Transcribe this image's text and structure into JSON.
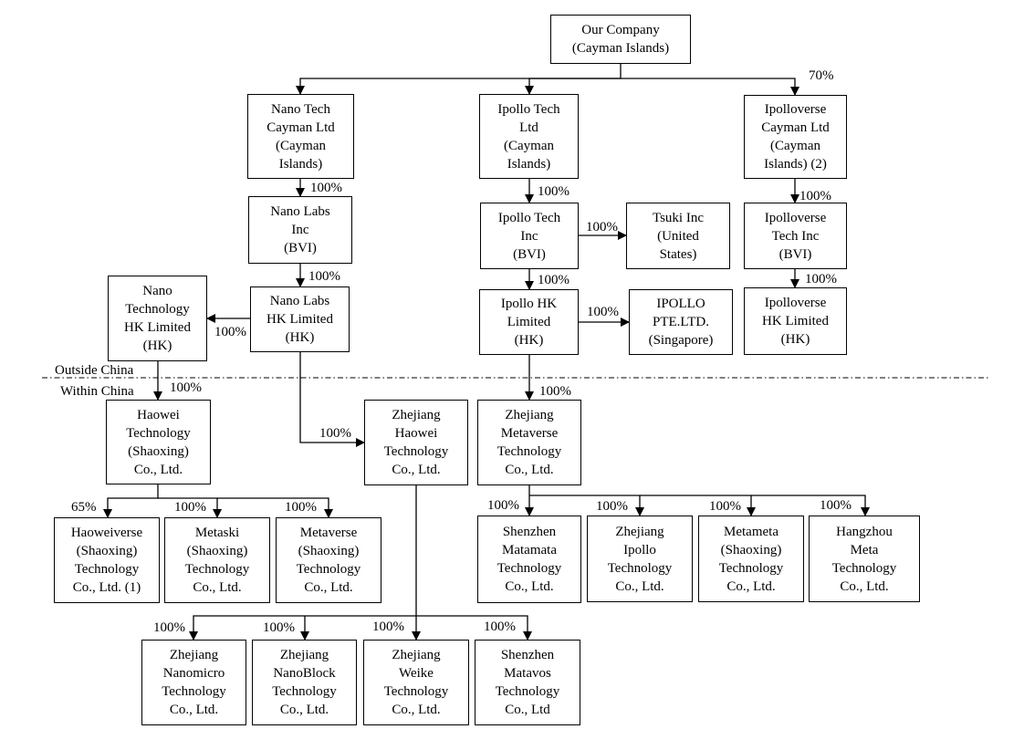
{
  "nodes": [
    {
      "id": "our-company",
      "lines": [
        "Our Company",
        "(Cayman Islands)"
      ]
    },
    {
      "id": "nano-tech-cayman",
      "lines": [
        "Nano Tech",
        "Cayman Ltd",
        "(Cayman",
        "Islands)"
      ]
    },
    {
      "id": "ipollo-tech-ltd",
      "lines": [
        "Ipollo Tech",
        "Ltd",
        "(Cayman",
        "Islands)"
      ]
    },
    {
      "id": "ipolloverse-cayman",
      "lines": [
        "Ipolloverse",
        "Cayman Ltd",
        "(Cayman",
        "Islands) (2)"
      ]
    },
    {
      "id": "nano-labs-inc",
      "lines": [
        "Nano Labs",
        "Inc",
        "(BVI)"
      ]
    },
    {
      "id": "ipollo-tech-inc",
      "lines": [
        "Ipollo Tech",
        "Inc",
        "(BVI)"
      ]
    },
    {
      "id": "tsuki-inc",
      "lines": [
        "Tsuki Inc",
        "(United",
        "States)"
      ]
    },
    {
      "id": "ipolloverse-tech-inc",
      "lines": [
        "Ipolloverse",
        "Tech Inc",
        "(BVI)"
      ]
    },
    {
      "id": "nano-technology-hk",
      "lines": [
        "Nano",
        "Technology",
        "HK Limited",
        "(HK)"
      ]
    },
    {
      "id": "nano-labs-hk",
      "lines": [
        "Nano Labs",
        "HK Limited",
        "(HK)"
      ]
    },
    {
      "id": "ipollo-hk",
      "lines": [
        "Ipollo HK",
        "Limited",
        "(HK)"
      ]
    },
    {
      "id": "ipollo-pte",
      "lines": [
        "IPOLLO",
        "PTE.LTD.",
        "(Singapore)"
      ]
    },
    {
      "id": "ipolloverse-hk",
      "lines": [
        "Ipolloverse",
        "HK Limited",
        "(HK)"
      ]
    },
    {
      "id": "haowei-shaoxing",
      "lines": [
        "Haowei",
        "Technology",
        "(Shaoxing)",
        "Co., Ltd."
      ]
    },
    {
      "id": "zhejiang-haowei",
      "lines": [
        "Zhejiang",
        "Haowei",
        "Technology",
        "Co., Ltd."
      ]
    },
    {
      "id": "zhejiang-metaverse",
      "lines": [
        "Zhejiang",
        "Metaverse",
        "Technology",
        "Co., Ltd."
      ]
    },
    {
      "id": "haoweiverse",
      "lines": [
        "Haoweiverse",
        "(Shaoxing)",
        "Technology",
        "Co., Ltd. (1)"
      ]
    },
    {
      "id": "metaski",
      "lines": [
        "Metaski",
        "(Shaoxing)",
        "Technology",
        "Co., Ltd."
      ]
    },
    {
      "id": "metaverse-shaoxing",
      "lines": [
        "Metaverse",
        "(Shaoxing)",
        "Technology",
        "Co., Ltd."
      ]
    },
    {
      "id": "shenzhen-matamata",
      "lines": [
        "Shenzhen",
        "Matamata",
        "Technology",
        "Co., Ltd."
      ]
    },
    {
      "id": "zhejiang-ipollo",
      "lines": [
        "Zhejiang",
        "Ipollo",
        "Technology",
        "Co., Ltd."
      ]
    },
    {
      "id": "metameta",
      "lines": [
        "Metameta",
        "(Shaoxing)",
        "Technology",
        "Co., Ltd."
      ]
    },
    {
      "id": "hangzhou-meta",
      "lines": [
        "Hangzhou",
        "Meta",
        "Technology",
        "Co., Ltd."
      ]
    },
    {
      "id": "zhejiang-nanomicro",
      "lines": [
        "Zhejiang",
        "Nanomicro",
        "Technology",
        "Co., Ltd."
      ]
    },
    {
      "id": "zhejiang-nanoblock",
      "lines": [
        "Zhejiang",
        "NanoBlock",
        "Technology",
        "Co., Ltd."
      ]
    },
    {
      "id": "zhejiang-weike",
      "lines": [
        "Zhejiang",
        "Weike",
        "Technology",
        "Co., Ltd."
      ]
    },
    {
      "id": "shenzhen-matavos",
      "lines": [
        "Shenzhen",
        "Matavos",
        "Technology",
        "Co., Ltd"
      ]
    }
  ],
  "edges": [
    {
      "from": "our-company",
      "to": "nano-tech-cayman",
      "label": ""
    },
    {
      "from": "our-company",
      "to": "ipollo-tech-ltd",
      "label": ""
    },
    {
      "from": "our-company",
      "to": "ipolloverse-cayman",
      "label": "70%"
    },
    {
      "from": "nano-tech-cayman",
      "to": "nano-labs-inc",
      "label": "100%"
    },
    {
      "from": "nano-labs-inc",
      "to": "nano-labs-hk",
      "label": "100%"
    },
    {
      "from": "nano-labs-hk",
      "to": "nano-technology-hk",
      "label": "100%"
    },
    {
      "from": "nano-technology-hk",
      "to": "haowei-shaoxing",
      "label": "100%"
    },
    {
      "from": "nano-labs-hk",
      "to": "zhejiang-haowei",
      "label": "100%"
    },
    {
      "from": "ipollo-tech-ltd",
      "to": "ipollo-tech-inc",
      "label": "100%"
    },
    {
      "from": "ipollo-tech-inc",
      "to": "tsuki-inc",
      "label": "100%"
    },
    {
      "from": "ipollo-tech-inc",
      "to": "ipollo-hk",
      "label": "100%"
    },
    {
      "from": "ipollo-hk",
      "to": "ipollo-pte",
      "label": "100%"
    },
    {
      "from": "ipollo-hk",
      "to": "zhejiang-metaverse",
      "label": "100%"
    },
    {
      "from": "ipolloverse-cayman",
      "to": "ipolloverse-tech-inc",
      "label": "100%"
    },
    {
      "from": "ipolloverse-tech-inc",
      "to": "ipolloverse-hk",
      "label": "100%"
    },
    {
      "from": "haowei-shaoxing",
      "to": "haoweiverse",
      "label": "65%"
    },
    {
      "from": "haowei-shaoxing",
      "to": "metaski",
      "label": "100%"
    },
    {
      "from": "haowei-shaoxing",
      "to": "metaverse-shaoxing",
      "label": "100%"
    },
    {
      "from": "zhejiang-metaverse",
      "to": "shenzhen-matamata",
      "label": "100%"
    },
    {
      "from": "zhejiang-metaverse",
      "to": "zhejiang-ipollo",
      "label": "100%"
    },
    {
      "from": "zhejiang-metaverse",
      "to": "metameta",
      "label": "100%"
    },
    {
      "from": "zhejiang-metaverse",
      "to": "hangzhou-meta",
      "label": "100%"
    },
    {
      "from": "zhejiang-haowei",
      "to": "zhejiang-nanomicro",
      "label": "100%"
    },
    {
      "from": "zhejiang-haowei",
      "to": "zhejiang-nanoblock",
      "label": "100%"
    },
    {
      "from": "zhejiang-haowei",
      "to": "zhejiang-weike",
      "label": "100%"
    },
    {
      "from": "zhejiang-haowei",
      "to": "shenzhen-matavos",
      "label": "100%"
    }
  ],
  "boundary": {
    "above": "Outside China",
    "below": "Within China"
  }
}
